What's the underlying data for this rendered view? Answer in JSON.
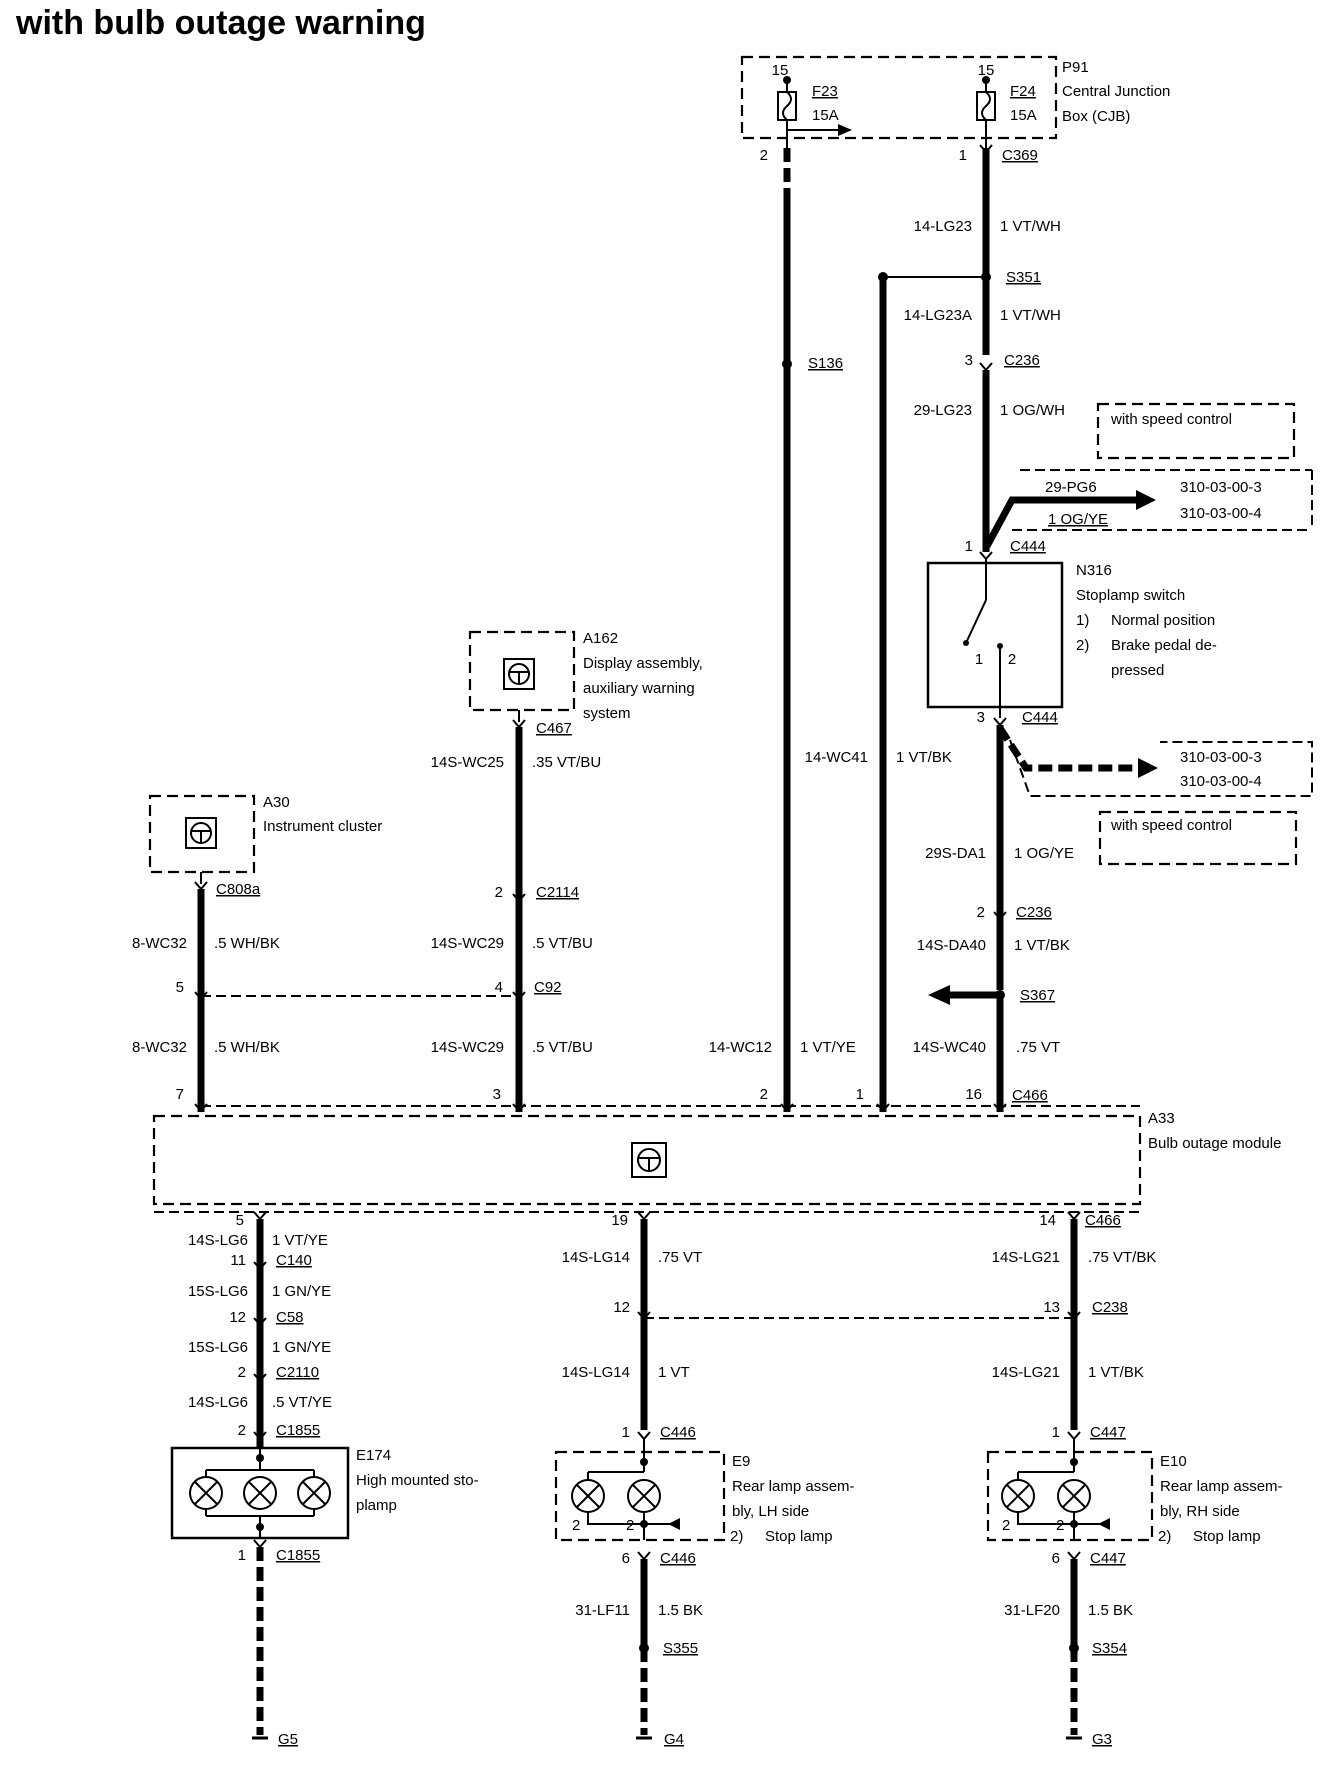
{
  "title": "with bulb outage warning",
  "components": {
    "cjb": {
      "id": "P91",
      "name_line1": "Central Junction",
      "name_line2": "Box (CJB)"
    },
    "fuse_f23": {
      "id": "F23",
      "rating": "15A",
      "pin_in": "15",
      "pin_out": "2"
    },
    "fuse_f24": {
      "id": "F24",
      "rating": "15A",
      "pin_in": "15",
      "pin_out": "1"
    },
    "a162": {
      "id": "A162",
      "line1": "Display assembly,",
      "line2": "auxiliary warning",
      "line3": "system"
    },
    "a30": {
      "id": "A30",
      "line1": "Instrument cluster"
    },
    "n316": {
      "id": "N316",
      "line1": "Stoplamp switch",
      "note1_num": "1)",
      "note1": "Normal position",
      "note2_num": "2)",
      "note2_line1": "Brake pedal de-",
      "note2_line2": "pressed",
      "contact1": "1",
      "contact2": "2"
    },
    "a33": {
      "id": "A33",
      "line1": "Bulb outage module"
    },
    "e174": {
      "id": "E174",
      "line1": "High mounted sto-",
      "line2": "plamp"
    },
    "e9": {
      "id": "E9",
      "line1": "Rear lamp assem-",
      "line2": "bly, LH side",
      "note_num": "2)",
      "note": "Stop lamp",
      "pin_a": "2",
      "pin_b": "2"
    },
    "e10": {
      "id": "E10",
      "line1": "Rear lamp assem-",
      "line2": "bly, RH side",
      "note_num": "2)",
      "note": "Stop lamp",
      "pin_a": "2",
      "pin_b": "2"
    }
  },
  "connectors": {
    "c369": "C369",
    "s351": "S351",
    "c236a": "C236",
    "s136": "S136",
    "c444a": "C444",
    "c444b": "C444",
    "c467": "C467",
    "c808a": "C808a",
    "c2114": "C2114",
    "c92": "C92",
    "c236b": "C236",
    "s367": "S367",
    "c466a": "C466",
    "c466b": "C466",
    "c140": "C140",
    "c58": "C58",
    "c2110": "C2110",
    "c1855a": "C1855",
    "c1855b": "C1855",
    "c238": "C238",
    "c446a": "C446",
    "c446b": "C446",
    "s355": "S355",
    "c447a": "C447",
    "c447b": "C447",
    "s354": "S354",
    "g5": "G5",
    "g4": "G4",
    "g3": "G3"
  },
  "pins": {
    "c369": "1",
    "c236a": "3",
    "c444a": "1",
    "c444b": "3",
    "c2114": "2",
    "c92_left": "5",
    "c92_right": "4",
    "c236b": "2",
    "a33_7": "7",
    "a33_3": "3",
    "a33_2": "2",
    "a33_1": "1",
    "a33_16": "16",
    "a33_5": "5",
    "a33_19": "19",
    "a33_14": "14",
    "c140": "11",
    "c58": "12",
    "c2110": "2",
    "c1855a": "2",
    "c1855b": "1",
    "c238_left": "12",
    "c238_right": "13",
    "c446a": "1",
    "c446b": "6",
    "c447a": "1",
    "c447b": "6"
  },
  "wires": {
    "lg23_code": "14-LG23",
    "lg23_color": "1 VT/WH",
    "lg23a_code": "14-LG23A",
    "lg23a_color": "1 VT/WH",
    "lg23b_code": "29-LG23",
    "lg23b_color": "1 OG/WH",
    "pg6_code": "29-PG6",
    "pg6_color": "1 OG/YE",
    "wc25_code": "14S-WC25",
    "wc25_color": ".35 VT/BU",
    "wc41_code": "14-WC41",
    "wc41_color": "1 VT/BK",
    "da1_code": "29S-DA1",
    "da1_color": "1 OG/YE",
    "wc32a_code": "8-WC32",
    "wc32a_color": ".5 WH/BK",
    "wc29a_code": "14S-WC29",
    "wc29a_color": ".5 VT/BU",
    "da40_code": "14S-DA40",
    "da40_color": "1 VT/BK",
    "wc32b_code": "8-WC32",
    "wc32b_color": ".5 WH/BK",
    "wc29b_code": "14S-WC29",
    "wc29b_color": ".5 VT/BU",
    "wc12_code": "14-WC12",
    "wc12_color": "1 VT/YE",
    "wc40_code": "14S-WC40",
    "wc40_color": ".75 VT",
    "lg6a_code": "14S-LG6",
    "lg6a_color": "1 VT/YE",
    "lg6b_code": "15S-LG6",
    "lg6b_color": "1 GN/YE",
    "lg6c_code": "15S-LG6",
    "lg6c_color": "1 GN/YE",
    "lg6d_code": "14S-LG6",
    "lg6d_color": ".5 VT/YE",
    "lg14a_code": "14S-LG14",
    "lg14a_color": ".75 VT",
    "lg14b_code": "14S-LG14",
    "lg14b_color": "1 VT",
    "lg21a_code": "14S-LG21",
    "lg21a_color": ".75 VT/BK",
    "lg21b_code": "14S-LG21",
    "lg21b_color": "1 VT/BK",
    "lf11_code": "31-LF11",
    "lf11_color": "1.5 BK",
    "lf20_code": "31-LF20",
    "lf20_color": "1.5 BK"
  },
  "refs": {
    "speed_control_1": "with speed control",
    "speed_control_2": "with speed control",
    "ref1a": "310-03-00-3",
    "ref1b": "310-03-00-4",
    "ref2a": "310-03-00-3",
    "ref2b": "310-03-00-4"
  },
  "colors": {
    "ink": "#000000",
    "paper": "#ffffff"
  },
  "icons": [
    "fuse-icon",
    "bulb-icon",
    "module-icon",
    "switch-icon",
    "ground-icon",
    "arrow-icon"
  ]
}
